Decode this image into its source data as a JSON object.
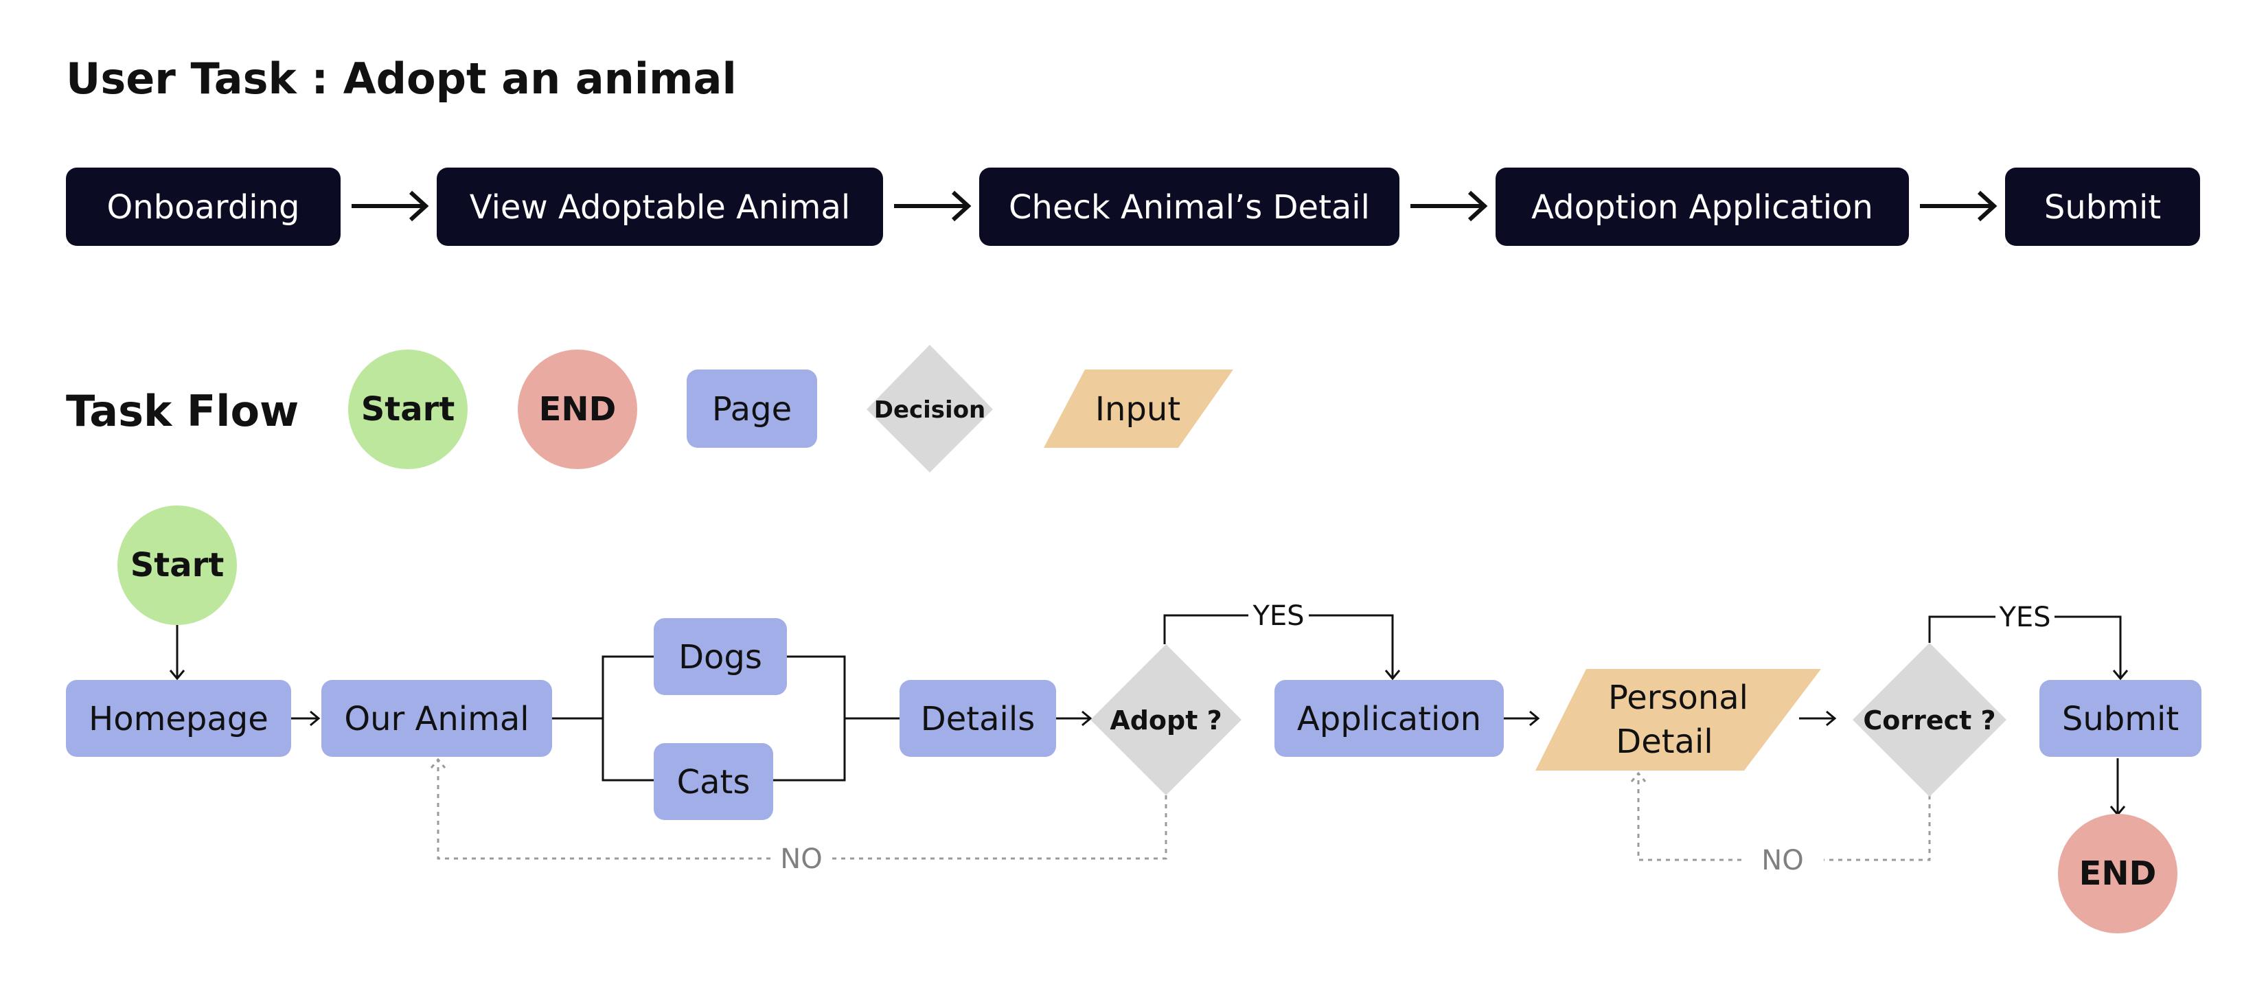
{
  "user_task": {
    "title": "User Task : Adopt an animal",
    "steps": [
      "Onboarding",
      "View Adoptable Animal",
      "Check Animal’s Detail",
      "Adoption Application",
      "Submit"
    ]
  },
  "task_flow": {
    "title": "Task Flow",
    "legend": {
      "start": "Start",
      "end": "END",
      "page": "Page",
      "decision": "Decision",
      "input": "Input"
    }
  },
  "flow": {
    "start": "Start",
    "homepage": "Homepage",
    "our_animal": "Our Animal",
    "dogs": "Dogs",
    "cats": "Cats",
    "details": "Details",
    "adopt_decision": "Adopt ?",
    "application": "Application",
    "personal_detail_line1": "Personal",
    "personal_detail_line2": "Detail",
    "correct_decision": "Correct ?",
    "submit": "Submit",
    "end": "END",
    "yes_adopt": "YES",
    "no_adopt": "NO",
    "yes_correct": "YES",
    "no_correct": "NO"
  },
  "colors": {
    "dark_box": "#0b0b24",
    "start": "#bce79d",
    "end": "#e9aaa1",
    "page": "#a1aee8",
    "decision": "#d9d9d9",
    "input": "#efcc9c"
  }
}
